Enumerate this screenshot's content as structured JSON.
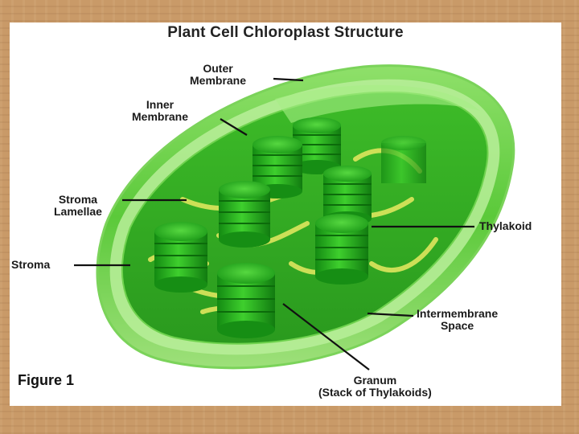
{
  "title": "Plant Cell Chloroplast Structure",
  "figure_label": "Figure 1",
  "labels": {
    "outer_membrane": [
      "Outer",
      "Membrane"
    ],
    "inner_membrane": [
      "Inner",
      "Membrane"
    ],
    "stroma_lamellae": [
      "Stroma",
      "Lamellae"
    ],
    "stroma": "Stroma",
    "thylakoid": "Thylakoid",
    "intermembrane_space": [
      "Intermembrane",
      "Space"
    ],
    "granum": [
      "Granum",
      "(Stack of Thylakoids)"
    ]
  },
  "colors": {
    "background": "#c99a68",
    "outer_membrane": "#5cc93a",
    "inner_body": "#2fa51f",
    "granum": "#1f9a1a",
    "lamellae": "#d7e35a"
  }
}
